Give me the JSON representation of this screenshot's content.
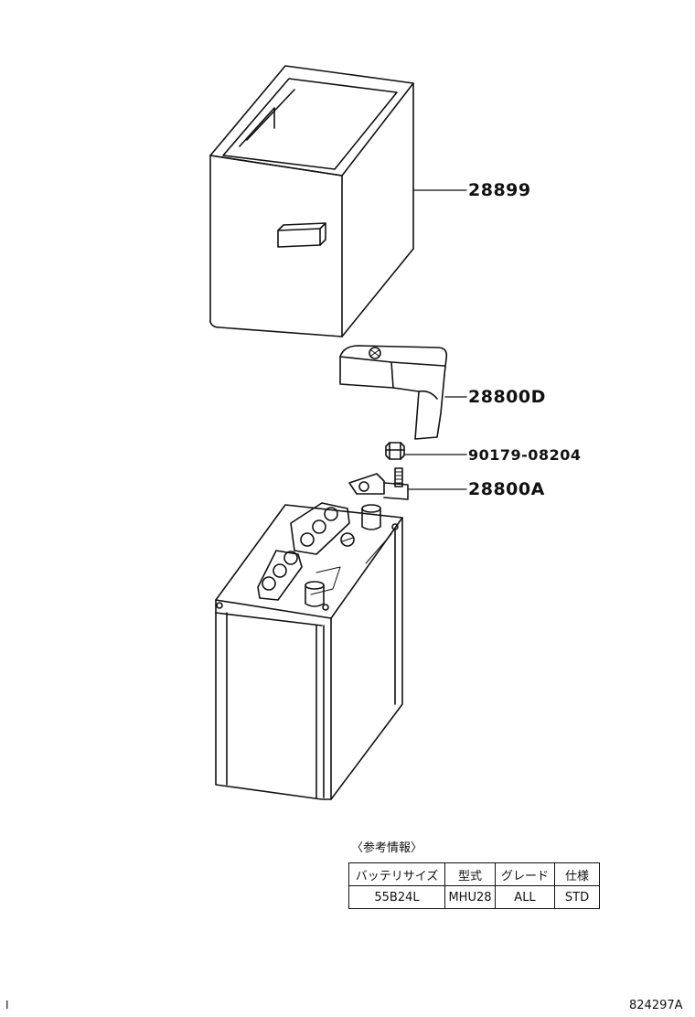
{
  "parts": {
    "battery_tray": "28899",
    "terminal_cover": "28800D",
    "bolt": "90179-08204",
    "terminal_clamp": "28800A"
  },
  "reference": {
    "title": "〈参考情報〉",
    "headers": [
      "バッテリサイズ",
      "型式",
      "グレード",
      "仕様"
    ],
    "row": [
      "55B24L",
      "MHU28",
      "ALL",
      "STD"
    ]
  },
  "footer": {
    "left_mark": "I",
    "illustration_id": "824297A"
  }
}
